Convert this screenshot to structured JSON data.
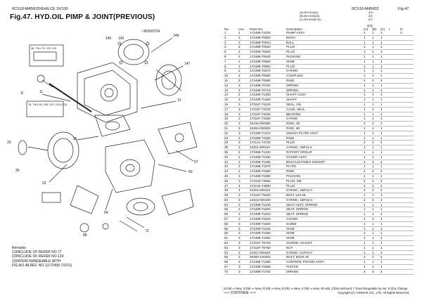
{
  "header": {
    "model": "0CS10-M45602",
    "vehicle": "VEHILCE SV100",
    "title": "Fig.47.  HYD.OIL PIMP & JOINT(PREVIOUS)",
    "right_code": "0CS10-M45602",
    "fig": "Fig.47"
  },
  "serials": {
    "a": "(A):BV1000(A)",
    "b": "(B):BV1000(A5)",
    "c": "(C):BV1000(F4Z)",
    "cols": [
      "(D)~",
      "(E)~",
      "(F)~"
    ]
  },
  "table": {
    "headers": {
      "no": "No.",
      "lev": "Lev.",
      "parts": "Parts No.",
      "desc": "Description",
      "qty": "Q'ty",
      "a": "(A)",
      "b": "(B)",
      "c": "(C)",
      "i": "I",
      "r": "R"
    },
    "rows": [
      [
        "1",
        "1",
        "172499-73100",
        "PUMP ASSY",
        "1",
        "1",
        "1",
        "",
        "3"
      ],
      [
        "2",
        "2",
        "172499-70900",
        "BUSH",
        "1",
        "1",
        "1",
        "",
        ""
      ],
      [
        "3",
        "2",
        "172499-70610",
        "BALL",
        "1",
        "1",
        "1",
        "",
        ""
      ],
      [
        "4",
        "2",
        "172499-70620",
        "PLUG",
        "1",
        "1",
        "1",
        "",
        ""
      ],
      [
        "5",
        "2",
        "172499-70630",
        "PLUG",
        "1",
        "1",
        "1",
        "",
        ""
      ],
      [
        "6",
        "2",
        "172499-70640",
        "PACKING",
        "1",
        "1",
        "1",
        "",
        ""
      ],
      [
        "7",
        "2",
        "172499-70650",
        "SHIM",
        "1",
        "1",
        "1",
        "",
        ""
      ],
      [
        "8",
        "2",
        "172499-70660",
        "PLUG",
        "1",
        "1",
        "1",
        "",
        ""
      ],
      [
        "9",
        "2",
        "172499-70670",
        "O-RING",
        "1",
        "1",
        "1",
        "",
        ""
      ],
      [
        "10",
        "2",
        "172499-70680",
        "COUPLING",
        "1",
        "1",
        "1",
        "",
        ""
      ],
      [
        "11",
        "2",
        "172499-70690",
        "RING",
        "2",
        "2",
        "2",
        "",
        ""
      ],
      [
        "12",
        "2",
        "172499-70700",
        "SPRING",
        "1",
        "1",
        "1",
        "",
        ""
      ],
      [
        "13",
        "2",
        "172499-70710",
        "SPRING",
        "1",
        "1",
        "1",
        "",
        ""
      ],
      [
        "14",
        "2",
        "172499-71300",
        "SHAFT ASSY",
        "1",
        "1",
        "1",
        "",
        ""
      ],
      [
        "15",
        "3",
        "172499-71450",
        "SHAFT",
        "1",
        "1",
        "1",
        "",
        ""
      ],
      [
        "16",
        "3",
        "172187-73240",
        "SEAL, OIL",
        "1",
        "1",
        "1",
        "",
        ""
      ],
      [
        "17",
        "3",
        "172187-73220",
        "CASE, SEAL",
        "1",
        "1",
        "1",
        "",
        ""
      ],
      [
        "18",
        "3",
        "172187-73230",
        "BEARING",
        "1",
        "1",
        "1",
        "",
        ""
      ],
      [
        "19",
        "3",
        "172187-73250",
        "O-RING",
        "1",
        "1",
        "1",
        "",
        ""
      ],
      [
        "20",
        "3",
        "22242-000350",
        "RING, 35",
        "2",
        "2",
        "2",
        "",
        ""
      ],
      [
        "21",
        "3",
        "22252-000800",
        "RING, 80",
        "1",
        "1",
        "1",
        "",
        ""
      ],
      [
        "22",
        "3",
        "172499-71310",
        "SWASH PLATE ASSY",
        "1",
        "1",
        "1",
        "",
        ""
      ],
      [
        "23",
        "3",
        "172499-71500",
        "RING",
        "1",
        "1",
        "1",
        "",
        ""
      ],
      [
        "29",
        "3",
        "172141-74720",
        "PLUG",
        "2",
        "2",
        "2",
        "",
        ""
      ],
      [
        "35",
        "3",
        "24311-000110",
        "O-RING, 1BP11.0",
        "1",
        "1",
        "1",
        "",
        ""
      ],
      [
        "36",
        "2",
        "172499-71320",
        "ROTARY GROUP",
        "1",
        "1",
        "1",
        "",
        ""
      ],
      [
        "40",
        "2",
        "172499-71330",
        "COVER ASSY",
        "1",
        "1",
        "1",
        "",
        ""
      ],
      [
        "41",
        "2",
        "172499-71490",
        "BOLT,14X70HEX SOCKET",
        "4",
        "4",
        "4",
        "",
        ""
      ],
      [
        "42",
        "2",
        "172499-71570",
        "PLATE",
        "1",
        "1",
        "1",
        "",
        ""
      ],
      [
        "43",
        "2",
        "172499-71580",
        "RING",
        "2",
        "2",
        "2",
        "",
        ""
      ],
      [
        "45",
        "3",
        "172499-71590",
        "PACKING",
        "1",
        "1",
        "1",
        "",
        ""
      ],
      [
        "46",
        "3",
        "172184-73650",
        "PLUG, M6",
        "2",
        "2",
        "2",
        "",
        ""
      ],
      [
        "47",
        "4",
        "172142-74600",
        "PLUG",
        "2",
        "2",
        "2",
        "",
        ""
      ],
      [
        "48",
        "4",
        "24315-000110",
        "O-RING, 1BP12.0",
        "2",
        "2",
        "2",
        "",
        ""
      ],
      [
        "49",
        "3",
        "172187-75630",
        "BOLT 14X 66",
        "1",
        "1",
        "1",
        "",
        ""
      ],
      [
        "53",
        "3",
        "24315-000100",
        "O-RING, 1BP10.0",
        "2",
        "2",
        "2",
        "",
        ""
      ],
      [
        "54",
        "2",
        "172499-71340",
        "SEAT ASSY, SPRING",
        "1",
        "1",
        "1",
        "",
        ""
      ],
      [
        "55",
        "2",
        "172499-71600",
        "SEAT, SPRING",
        "1",
        "1",
        "1",
        "",
        ""
      ],
      [
        "56",
        "3",
        "172499-71610",
        "SEAT, SPRING",
        "1",
        "1",
        "1",
        "",
        ""
      ],
      [
        "57",
        "3",
        "172499-71620",
        "COVER",
        "1",
        "1",
        "1",
        "",
        ""
      ],
      [
        "58",
        "3",
        "172499-71630",
        "GUIDE",
        "1",
        "1",
        "1",
        "",
        ""
      ],
      [
        "59",
        "3",
        "172499-71640",
        "SHIM",
        "1",
        "1",
        "1",
        "",
        ""
      ],
      [
        "60",
        "3",
        "172499-71650",
        "SHIM",
        "1",
        "1",
        "1",
        "",
        ""
      ],
      [
        "61",
        "3",
        "172499-71660",
        "SHIM",
        "1",
        "1",
        "1",
        "",
        ""
      ],
      [
        "62",
        "3",
        "172187-75720",
        "SCREW, ADJUST",
        "1",
        "1",
        "1",
        "",
        ""
      ],
      [
        "63",
        "3",
        "172187-75750",
        "NUT",
        "1",
        "1",
        "1",
        "",
        ""
      ],
      [
        "64",
        "3",
        "24311-000440",
        "O-RING, 1AP44.0",
        "1",
        "1",
        "1",
        "",
        ""
      ],
      [
        "65",
        "3",
        "26450-100302",
        "BOLT, M10X 30",
        "2",
        "2",
        "2",
        "",
        ""
      ],
      [
        "66",
        "2",
        "172499-71350",
        "CONTROL PISTON ASSY",
        "1",
        "1",
        "1",
        "",
        ""
      ],
      [
        "67",
        "3",
        "172499-71690",
        "PISTON",
        "1",
        "1",
        "1",
        "",
        ""
      ],
      [
        "70",
        "3",
        "172499-71700",
        "SPRING",
        "4",
        "4",
        "4",
        "",
        ""
      ]
    ]
  },
  "remarks": {
    "title": "Remarks",
    "lines": [
      "(1)INCLUDE OF REFER NO.77",
      "(2)INCLUDE OF REFER NO.124",
      "(3)INTERCHANGEABLE WITH",
      "FIG.NO.48,REF. NO.1(172499-73101)"
    ]
  },
  "footer": {
    "legend": "N:Old ⇒ New, S:Old ⇒ New, R:Old ⇒ New, D:Old ⇒ New, S:Old ⇒ New, W:Add, Z:Discontinued, Γ:Interchangeable by set, K:Q'ty Change",
    "continue": "⇒⇒ CONTINUE ⇒⇒",
    "copyright": "Copyright (C)  YANMAR CO., LTD. All Rights Reserved."
  },
  "diagram_labels": {
    "sn": "~ M/S00724",
    "group_top": "38, THU 79, 123, 125",
    "group_mid": "78, THU 36, 108, 123, 130 & 131"
  }
}
